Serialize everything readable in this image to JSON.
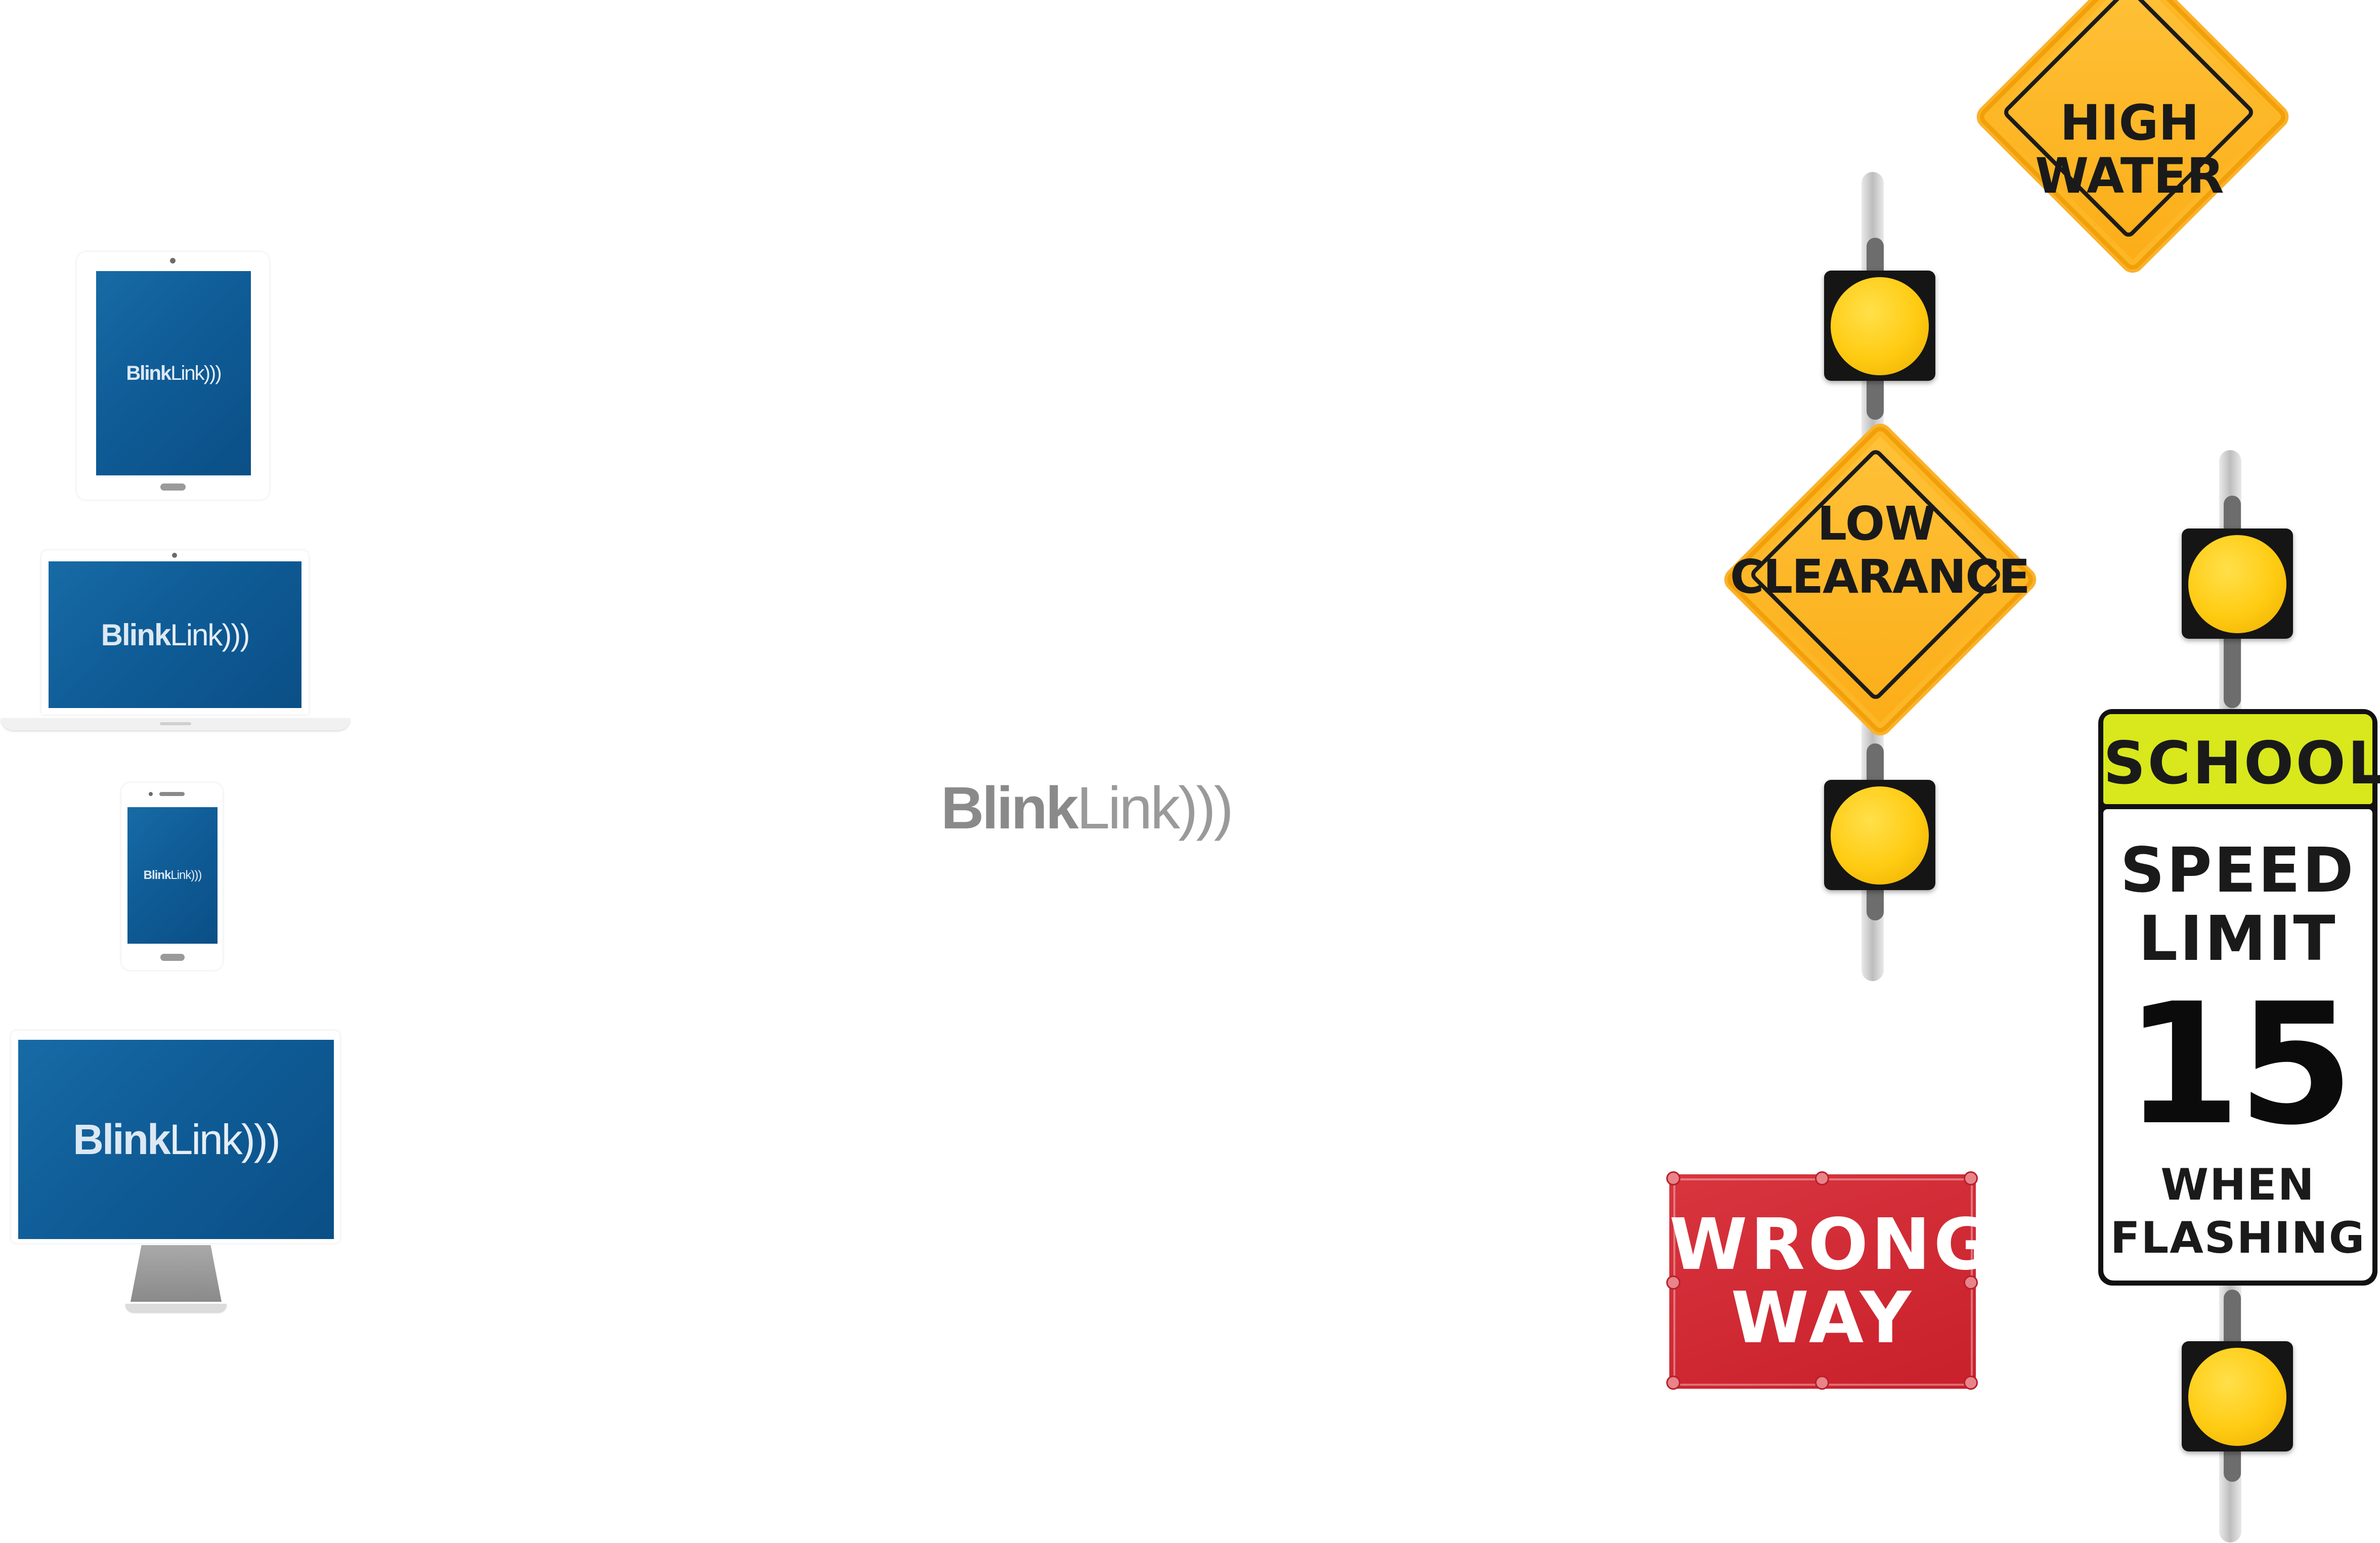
{
  "center_logo": {
    "bold": "Blink",
    "regular": "Link"
  },
  "devices": [
    {
      "kind": "tablet",
      "logo_bold": "Blink",
      "logo_regular": "Link"
    },
    {
      "kind": "laptop",
      "logo_bold": "Blink",
      "logo_regular": "Link"
    },
    {
      "kind": "phone",
      "logo_bold": "Blink",
      "logo_regular": "Link"
    },
    {
      "kind": "desktop",
      "logo_bold": "Blink",
      "logo_regular": "Link"
    }
  ],
  "signs": {
    "high_water": {
      "line1": "HIGH",
      "line2": "WATER"
    },
    "low_clearance": {
      "line1": "LOW",
      "line2": "CLEARANCE"
    },
    "wrong_way": {
      "line1": "WRONG",
      "line2": "WAY"
    },
    "school_zone": {
      "header": "SCHOOL",
      "line1": "SPEED",
      "line2": "LIMIT",
      "speed": "15",
      "line3": "WHEN",
      "line4": "FLASHING"
    }
  },
  "colors": {
    "screen_blue": "#0f5c97",
    "warning_yellow": "#fbad17",
    "wrong_way_red": "#c9202b",
    "school_yellow_green": "#d8e81c",
    "beacon_amber": "#ffcb12"
  }
}
